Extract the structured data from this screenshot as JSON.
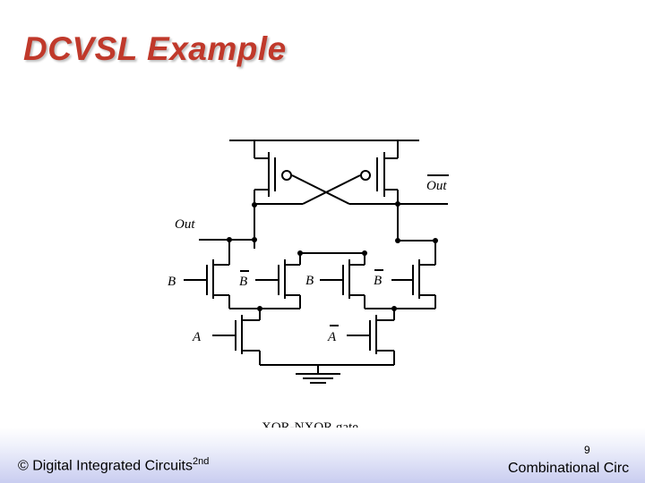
{
  "slide": {
    "title": "DCVSL Example",
    "page_number": "9"
  },
  "diagram": {
    "labels": {
      "out_bar": "Out",
      "out": "Out",
      "b1": "B",
      "b_bar1": "B",
      "b2": "B",
      "b_bar2": "B",
      "a": "A",
      "a_bar": "A"
    },
    "caption": "XOR-NXOR gate"
  },
  "footer": {
    "left_text": "© Digital Integrated Circuits",
    "left_superscript": "2nd",
    "right_text": "Combinational Circ"
  }
}
